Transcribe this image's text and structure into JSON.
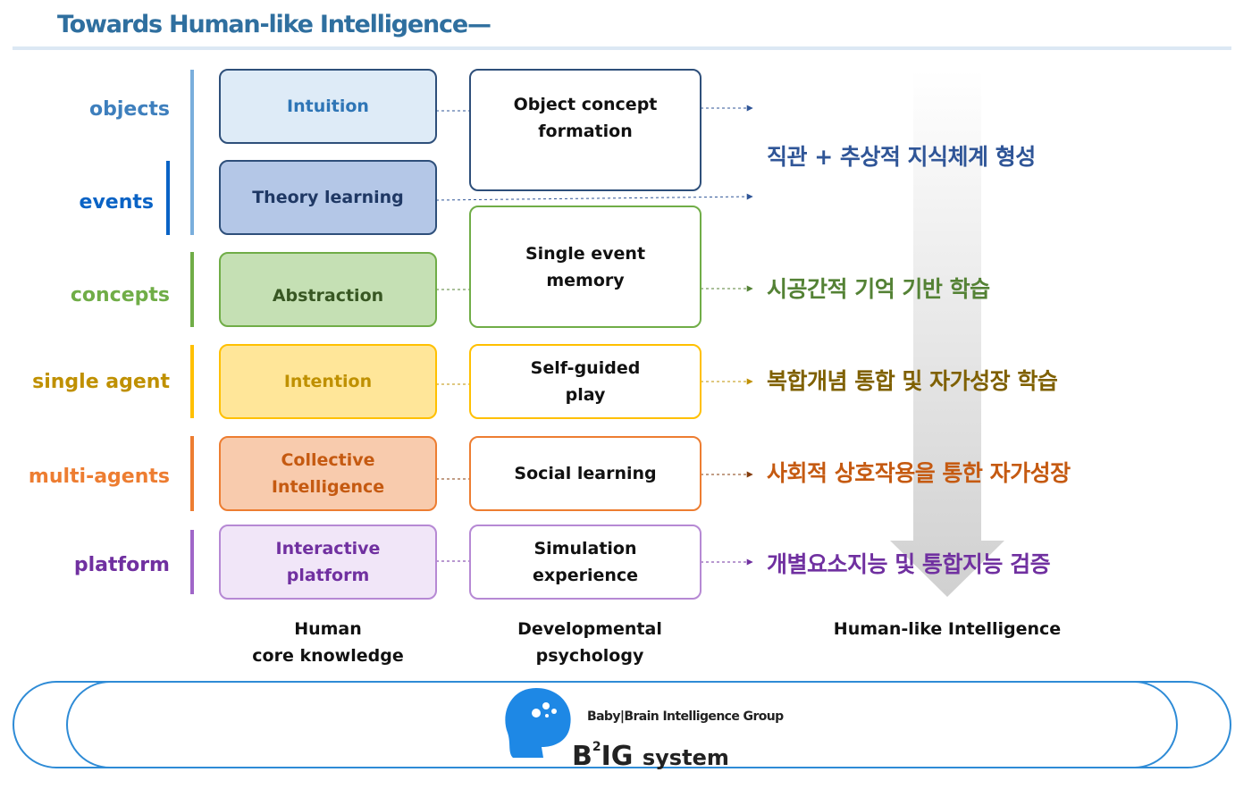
{
  "title": "Towards Human-like Intelligence",
  "categories": [
    "objects",
    "events",
    "concepts",
    "single agent",
    "multi-agents",
    "platform"
  ],
  "core_knowledge": [
    "Intuition",
    "Theory learning",
    "Abstraction",
    "Intention",
    "Collective\nIntelligence",
    "Interactive\nplatform"
  ],
  "developmental": [
    "Object concept\nformation",
    "Single event\nmemory",
    "Self-guided\nplay",
    "Social learning",
    "Simulation\nexperience"
  ],
  "korean_results": [
    "직관 + 추상적 지식체계 형성",
    "시공간적 기억 기반 학습",
    "복합개념 통합 및 자가성장 학습",
    "사회적 상호작용을 통한 자가성장",
    "개별요소지능 및 통합지능 검증"
  ],
  "column_labels": {
    "core": "Human\ncore knowledge",
    "dev": "Developmental\npsychology",
    "human": "Human-like Intelligence"
  },
  "footer": {
    "group": "Baby|Brain Intelligence Group",
    "logo_b": "B",
    "logo_sup": "2",
    "logo_ig": "IG",
    "system": "system"
  },
  "colors": {
    "objects": "#3e7fbd",
    "events": "#0a63c5",
    "concepts": "#70ad47",
    "single_agent": "#bf9000",
    "multi_agents": "#ed7d31",
    "platform": "#7030a0",
    "korean_1": "#2f5597",
    "korean_2": "#548235",
    "korean_3": "#7f6000",
    "korean_4": "#c55a11",
    "korean_5": "#7030a0",
    "logo_blue": "#1e88e5"
  }
}
